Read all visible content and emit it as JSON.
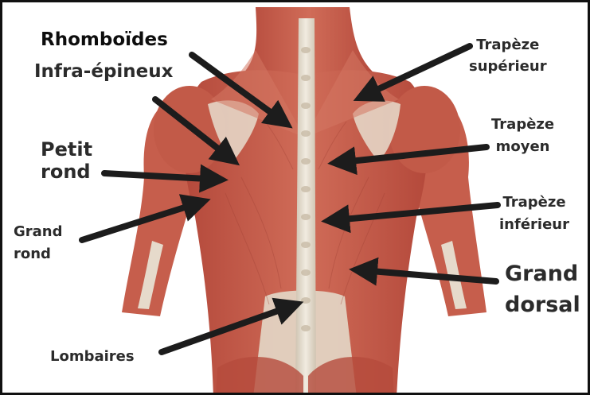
{
  "labels": {
    "rhomboides": "Rhomboïdes",
    "infra_epineux": "Infra-épineux",
    "petit_rond": [
      "Petit",
      "rond"
    ],
    "grand_rond": [
      "Grand",
      "rond"
    ],
    "lombaires": "Lombaires",
    "trapeze_superieur": [
      "Trapèze",
      "supérieur"
    ],
    "trapeze_moyen": [
      "Trapèze",
      "moyen"
    ],
    "trapeze_inferieur": [
      "Trapèze",
      "inférieur"
    ],
    "grand_dorsal": [
      "Grand",
      "dorsal"
    ]
  },
  "colors": {
    "background": "#ffffff",
    "frame": "#111111",
    "arrow": "#1c1c1c",
    "label": "#2b2b2b",
    "muscle": "#c9604f",
    "muscle_dark": "#9e3f33",
    "muscle_light": "#e39a86",
    "tendon": "#ece3d5",
    "spine": "#ded6c7"
  }
}
